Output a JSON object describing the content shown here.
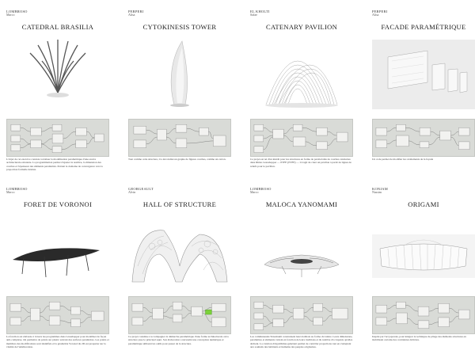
{
  "projects": [
    {
      "author": "LOMBROSO",
      "first": "Marco",
      "title": "CATEDRAL BRASILIA",
      "desc": "L'objet de cet exercice consiste à réaliser la modélisation paramétrique d'une œuvre architecturale existante. La programmation permet d'ajuster le nombre, la dimension des courbes et l'épaisseur des éléments paramétrés. Partant le domaine de convergence vers la proportion formelle désirée."
    },
    {
      "author": "PERPERI",
      "first": "Alisa",
      "title": "CYTOKINESIS TOWER",
      "desc": "Tout comme cette structure, il a été réalisé un graphe de figures courbes, comme un carton."
    },
    {
      "author": "EL KHOLTI",
      "first": "Safae",
      "title": "CATENARY PAVILION",
      "desc": "Ce projet est né d'un intérêt pour les structures en forme de paraboloïde de courbes caténaires dans Rhino Grasshopper — PTFE (ETFE) — il s'agit de créer un pavillon à partir de lignes de reliefs pour le pavillon."
    },
    {
      "author": "PERPERI",
      "first": "Alisa",
      "title": "FACADE PARAMÉTRIQUE",
      "desc": "Un code permet de modifier les revêtements de la façade"
    },
    {
      "author": "LOMBROSO",
      "first": "Marco",
      "title": "FORET DE VORONOI",
      "desc": "La fonction est élaborée à travers les programmes dans Grasshopper pour modéliser de façon anti-complexe. On permettre de points sur plastic suivant des surfaces paramètres. Les points et membres des modifications sont identifiés et la géométrie Voronoï du 2D est prospérer sur la vitalité de l'amélioration."
    },
    {
      "author": "GEORGEAULT",
      "first": "Alvin",
      "title": "HALL OF STRUCTURE",
      "desc": "Ce projet constitue à accompagner la démarche paramétrique d'une forme architecturale où la structure joue le principal sujet. Son élaboration a nécessité une conception numérique et paramétrique utilisant les outils pour passer de la structure."
    },
    {
      "author": "LOMBROSO",
      "first": "Marco",
      "title": "MALOCA YANOMAMI",
      "desc": "Les communautés Yanomami construisent leurs habitats au forme circulaire. Leurs dimensions, paramètres et éléments varient en fonction de leurs traditions et du nombre d'occupants qu'elles abritent. La création d'algorithmes générant permet de contrôler proportions tout en s'adaptant aux souhaits des habitants et humains des peuples originaires."
    },
    {
      "author": "KONJAM",
      "first": "Nassim",
      "title": "ORIGAMI",
      "desc": "Inspiré par l'art japonais, pour intégrer la technique de pliage des éléments structures en mobilisant certains des contraintes dérivées."
    }
  ]
}
